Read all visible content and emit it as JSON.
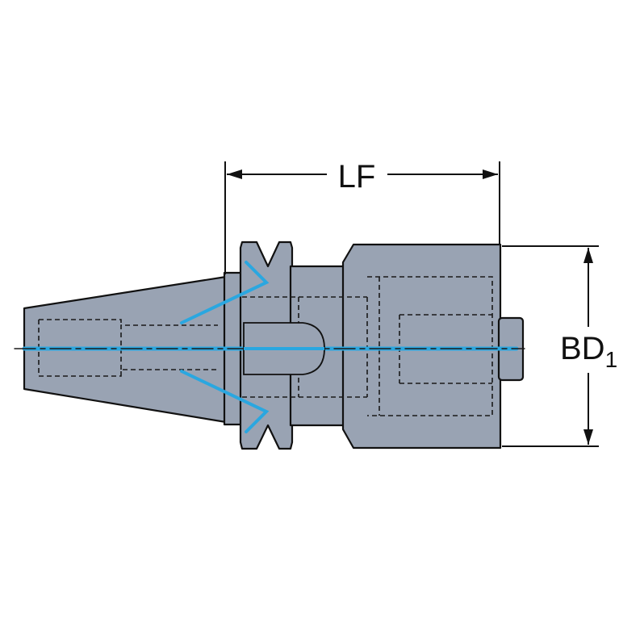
{
  "dimensions": {
    "lf_label": "LF",
    "bd_label": "BD",
    "bd_subscript": "1"
  },
  "colors": {
    "body_fill": "#99a3b3",
    "outline": "#111111",
    "hidden_line": "#1a1a1a",
    "coolant_channel": "#2aa7e0",
    "background": "#ffffff"
  }
}
